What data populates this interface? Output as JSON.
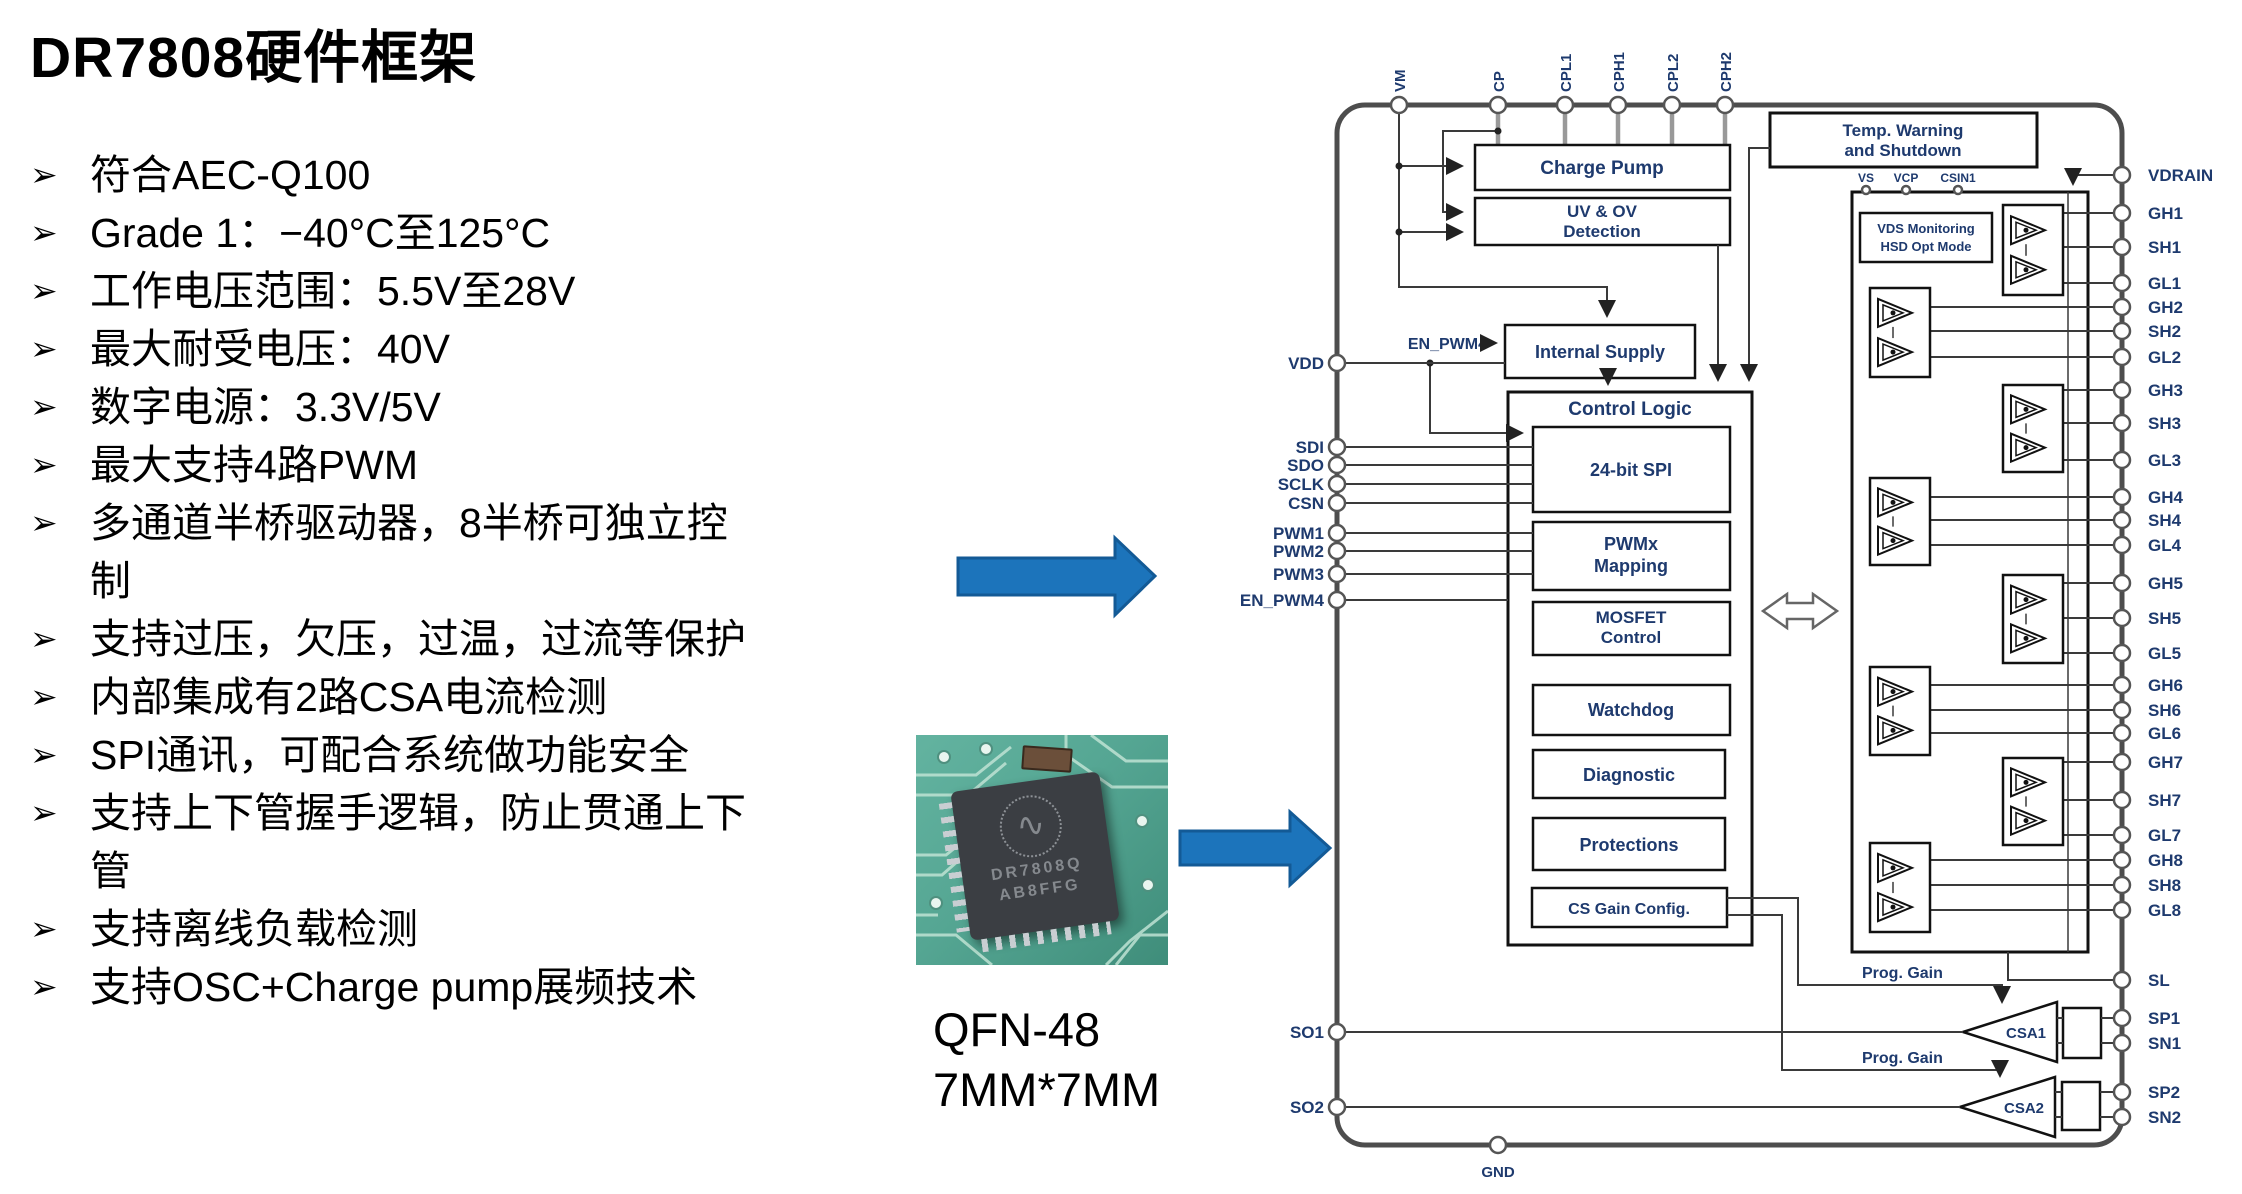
{
  "title": "DR7808硬件框架",
  "list_marker": "➢",
  "bullets": [
    "符合AEC-Q100",
    "Grade 1：−40°C至125°C",
    "工作电压范围：5.5V至28V",
    "最大耐受电压：40V",
    "数字电源：3.3V/5V",
    "最大支持4路PWM",
    "多通道半桥驱动器，8半桥可独立控制",
    "支持过压，欠压，过温，过流等保护",
    "内部集成有2路CSA电流检测",
    "SPI通讯，可配合系统做功能安全",
    "支持上下管握手逻辑，防止贯通上下管",
    "支持离线负载检测",
    "支持OSC+Charge pump展频技术"
  ],
  "package": {
    "line1": "QFN-48",
    "line2": "7MM*7MM"
  },
  "chip_photo": {
    "marking_line1": "DR7808Q",
    "marking_line2": "AB8FFG",
    "logo_glyph": "∿"
  },
  "colors": {
    "arrow_blue": "#1C74BB",
    "arrow_blue_dark": "#135A96",
    "diagram_text": "#1E3A6E",
    "pcb_green": "#55A693",
    "chip_gray": "#3B3E43"
  },
  "diagram": {
    "top_pins": [
      "VM",
      "CP",
      "CPL1",
      "CPH1",
      "CPL2",
      "CPH2"
    ],
    "left_pins": [
      "VDD",
      "SDI",
      "SDO",
      "SCLK",
      "CSN",
      "PWM1",
      "PWM2",
      "PWM3",
      "EN_PWM4",
      "SO1",
      "SO2"
    ],
    "right_pins": [
      "VDRAIN",
      "GH1",
      "SH1",
      "GL1",
      "GH2",
      "SH2",
      "GL2",
      "GH3",
      "SH3",
      "GL3",
      "GH4",
      "SH4",
      "GL4",
      "GH5",
      "SH5",
      "GL5",
      "GH6",
      "SH6",
      "GL6",
      "GH7",
      "SH7",
      "GL7",
      "GH8",
      "SH8",
      "GL8",
      "SL",
      "SP1",
      "SN1",
      "SP2",
      "SN2"
    ],
    "bottom_pin": "GND",
    "en_pwm4_label": "EN_PWM4",
    "blocks": {
      "charge_pump": "Charge Pump",
      "uv_ov_1": "UV & OV",
      "uv_ov_2": "Detection",
      "internal_supply": "Internal Supply",
      "control_logic": "Control Logic",
      "spi": "24-bit SPI",
      "pwmx_1": "PWMx",
      "pwmx_2": "Mapping",
      "mosfet_1": "MOSFET",
      "mosfet_2": "Control",
      "watchdog": "Watchdog",
      "diagnostic": "Diagnostic",
      "protections": "Protections",
      "cs_gain": "CS Gain Config.",
      "temp_1": "Temp. Warning",
      "temp_2": "and Shutdown",
      "vds_1": "VDS Monitoring",
      "vds_2": "HSD Opt Mode",
      "vs": "VS",
      "vcp": "VCP",
      "csin1": "CSIN1",
      "prog_gain": "Prog. Gain",
      "csa1": "CSA1",
      "csa2": "CSA2"
    }
  }
}
